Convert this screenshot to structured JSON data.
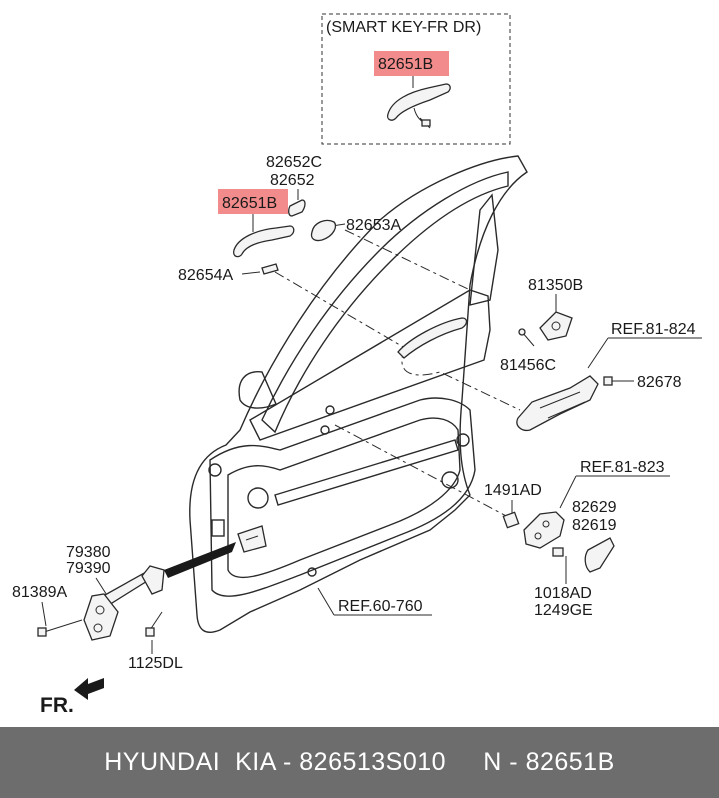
{
  "diagram": {
    "smart_key_box_title": "(SMART KEY-FR DR)",
    "highlight_color": "#f28b8b",
    "labels": {
      "top_highlight": "82651B",
      "main_highlight": "82651B",
      "p82652C": "82652C",
      "p82652": "82652",
      "p82653A": "82653A",
      "p82654A": "82654A",
      "p81350B": "81350B",
      "p81456C": "81456C",
      "p82678": "82678",
      "p1491AD": "1491AD",
      "p82629": "82629",
      "p82619": "82619",
      "p1018AD": "1018AD",
      "p1249GE": "1249GE",
      "p79380": "79380",
      "p79390": "79390",
      "p81389A": "81389A",
      "p1125DL": "1125DL"
    },
    "refs": {
      "ref_81_824": "REF.81-824",
      "ref_81_823": "REF.81-823",
      "ref_60_760": "REF.60-760"
    },
    "front_marker": "FR."
  },
  "footer": {
    "text": "HYUNDAI  KIA - 826513S010     N - 82651B",
    "background": "#6d6d6d"
  }
}
